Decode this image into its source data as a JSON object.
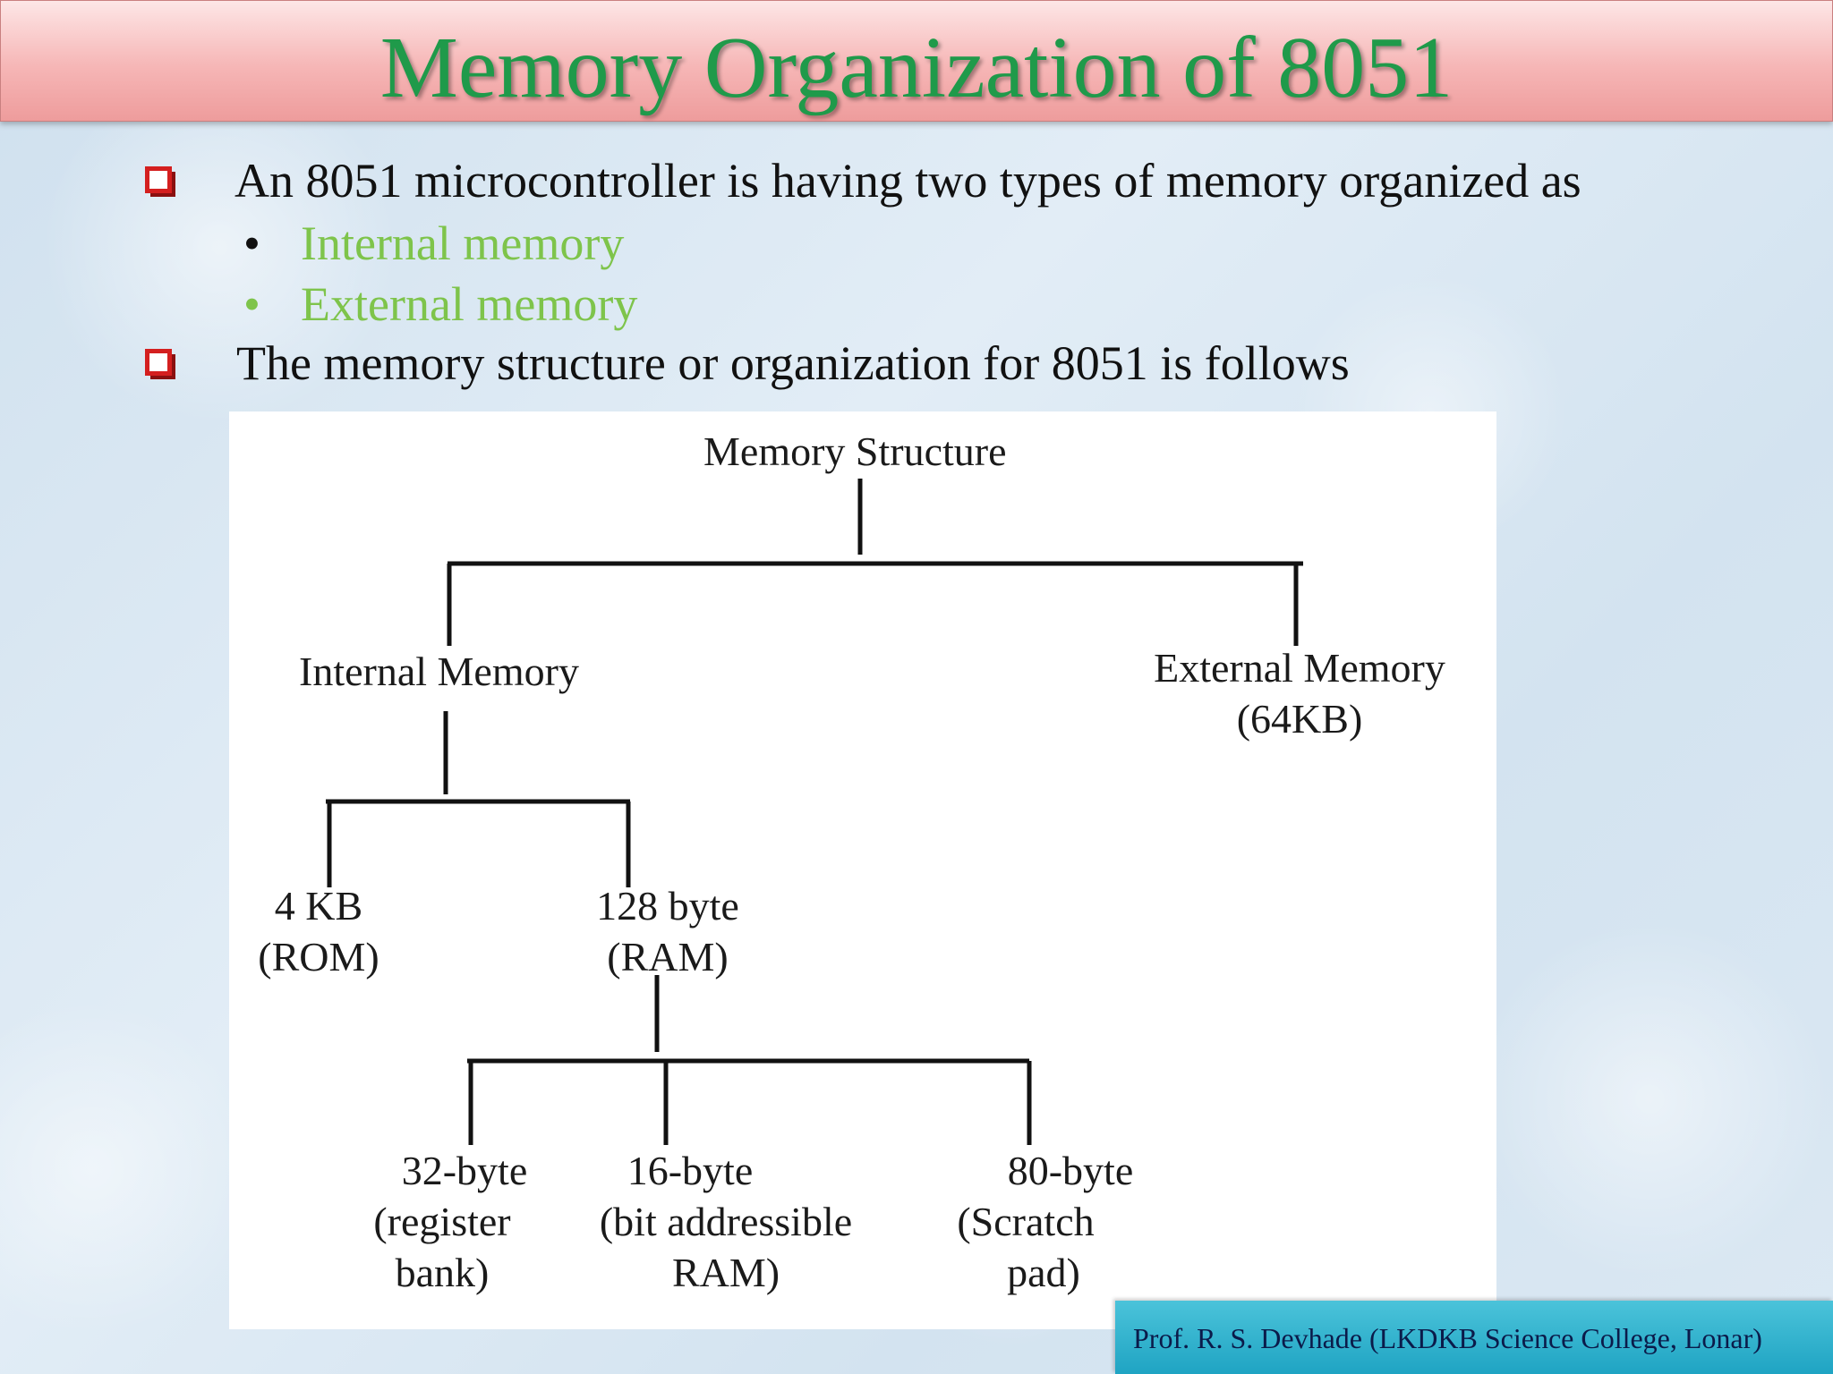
{
  "slide": {
    "title": "Memory Organization of 8051",
    "bullets": [
      "An 8051 microcontroller is having two types of memory organized as",
      "The memory structure or organization for 8051 is follows"
    ],
    "sub_bullets": [
      "Internal memory",
      "External memory"
    ],
    "sub_bullet_color": "#7ec44b",
    "title_color": "#1f9a4a",
    "bullet_marker_color": "#d41f1f"
  },
  "diagram": {
    "root": "Memory Structure",
    "internal": "Internal Memory",
    "external": {
      "line1": "External Memory",
      "line2": "(64KB)"
    },
    "rom": {
      "line1": "4 KB",
      "line2": "(ROM)"
    },
    "ram": {
      "line1": "128 byte",
      "line2": "(RAM)"
    },
    "register_bank": {
      "line1": "32-byte",
      "line2": "(register",
      "line3": "bank)"
    },
    "bit_addressable": {
      "line1": "16-byte",
      "line2": "(bit addressible",
      "line3": "RAM)"
    },
    "scratch_pad": {
      "line1": "80-byte",
      "line2": "(Scratch",
      "line3": "pad)"
    }
  },
  "footer": {
    "text": "Prof. R. S. Devhade  (LKDKB Science College, Lonar)",
    "color": "#1fa4c3"
  }
}
